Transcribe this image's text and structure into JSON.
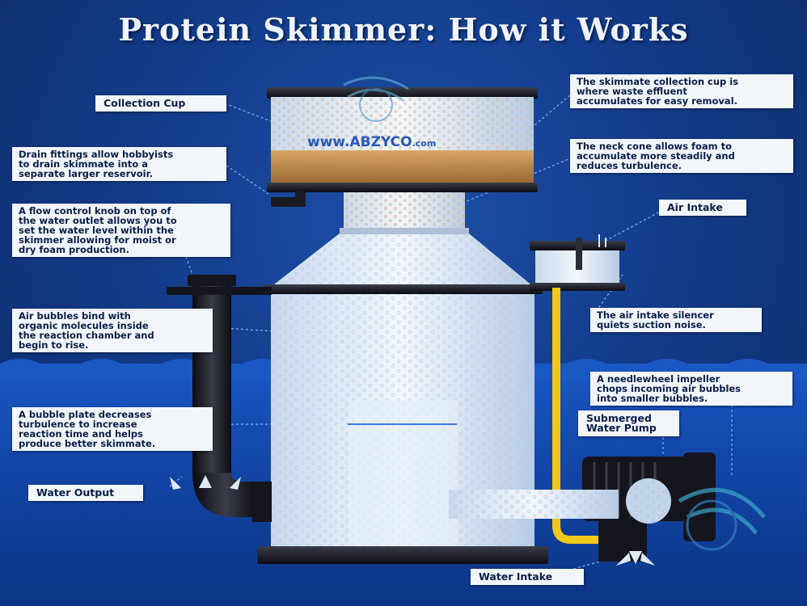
{
  "title": "Protein Skimmer: How it Works",
  "brand": {
    "main": "www.ABZYCO",
    "suffix": ".com"
  },
  "labels": {
    "collection_cup": "Collection Cup",
    "drain": "Drain fittings allow hobbyists\nto drain skimmate into a\nseparate larger reservoir.",
    "flow_knob": "A flow control knob on top of\nthe water outlet allows you to\nset the water level within the\nskimmer allowing for moist or\ndry foam production.",
    "air_bubbles": "Air bubbles bind with\norganic molecules inside\nthe reaction chamber and\nbegin to rise.",
    "bubble_plate": "A bubble plate decreases\nturbulence to increase\nreaction time and helps\nproduce better skimmate.",
    "water_output": "Water Output",
    "skimmate_cup": "The skimmate collection cup is\nwhere waste effluent\naccumulates for easy removal.",
    "neck_cone": "The neck cone allows foam to\naccumulate more steadily and\nreduces turbulence.",
    "air_intake": "Air Intake",
    "silencer": "The air intake silencer\nquiets suction noise.",
    "impeller": "A needlewheel impeller\nchops incoming air bubbles\ninto smaller bubbles.",
    "pump": "Submerged\nWater Pump",
    "water_intake": "Water Intake"
  },
  "colors": {
    "background": "#133d8c",
    "water": "#1a58c4",
    "label_bg": "#f2f6fb",
    "label_text": "#0b1e48",
    "skimmate": "#b5782e",
    "air_tube": "#f2c818",
    "leader_line": "#7fb4e6"
  }
}
